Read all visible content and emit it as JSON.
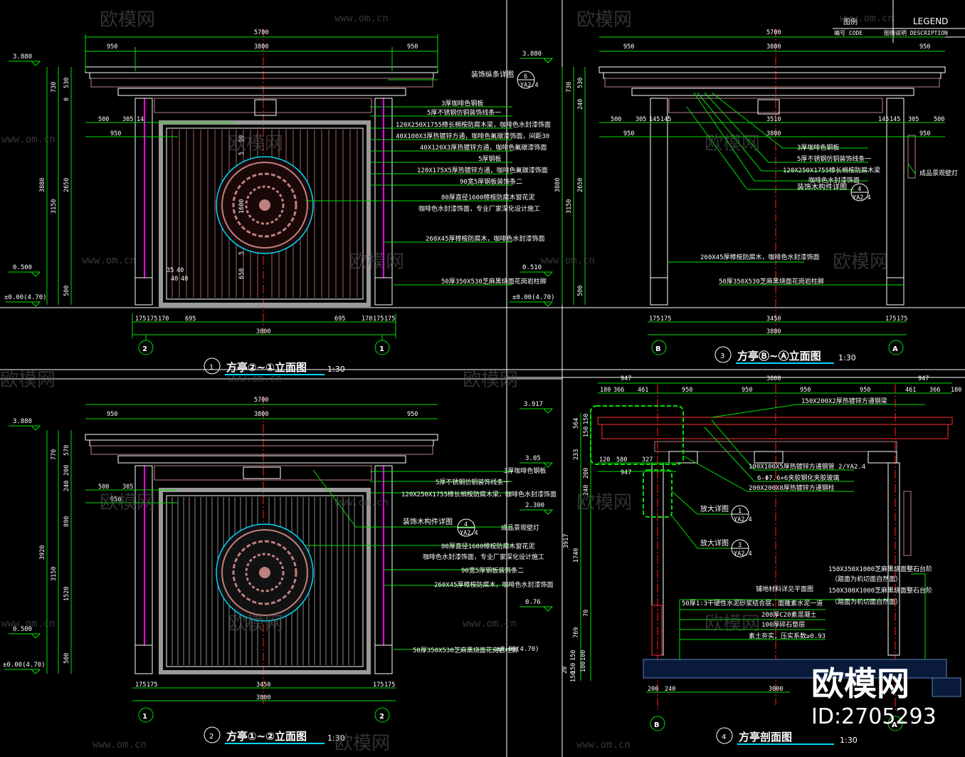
{
  "watermark": {
    "brand": "欧模网",
    "url": "www.om.cn",
    "url_alt": "www.om.cn",
    "big": "欧模网",
    "id": "ID:2705293"
  },
  "legend": {
    "cn": "图例",
    "en": "LEGEND",
    "code": "编号 CODE",
    "desc": "图例说明 DESCRIPTION"
  },
  "view1": {
    "num": "1",
    "title": "方亭②~①立面图",
    "scale": "1:30",
    "axis_left": "2",
    "axis_right": "1",
    "levels": [
      "3.880",
      "0.500",
      "±0.00(4.70)",
      "3.880",
      "0.510",
      "±0.00(4.70)"
    ],
    "dims_top": [
      "5700",
      "950",
      "3800",
      "950"
    ],
    "dims_row2": [
      "500",
      "305",
      "14",
      "950"
    ],
    "dims_left": [
      "730",
      "530",
      "0",
      "3880",
      "3150",
      "2650",
      "500"
    ],
    "dims_bottom": [
      "175",
      "175",
      "170",
      "695",
      "695",
      "170",
      "175",
      "175",
      "3800"
    ],
    "dims_inner": [
      "90",
      "5",
      "1600",
      "5",
      "650",
      "35",
      "40",
      "40",
      "40"
    ],
    "notes": [
      "装饰纵条详图",
      "3厚咖啡色钢板",
      "5厚不锈钢仿铜装饰线条一",
      "120X250X1755樟长梢桉防腐木梁，咖啡色水封漆饰面",
      "40X100X3厚热镀锌方通，咖啡色氟碳漆饰面，间距30",
      "40X120X3厚热镀锌方通，咖啡色氟碳漆饰面",
      "5厚钢板",
      "120X175X5厚热镀锌方通，咖啡色氟碳漆饰面",
      "90宽5厚钢板装饰条二",
      "80厚直径1600樟桉防腐木窗花泥",
      "咖啡色水封漆饰面，专业厂家深化设计施工",
      "260X45厚樟桉防腐木，咖啡色水封漆饰面",
      "50厚350X530芝麻黑烧面花岗岩柱脚"
    ],
    "callout": [
      "6",
      "YA2.4"
    ]
  },
  "view2": {
    "num": "2",
    "title": "方亭①~②立面图",
    "scale": "1:30",
    "axis_left": "1",
    "axis_right": "2",
    "levels": [
      "3.880",
      "0.500",
      "±0.00(4.70)",
      "3.917",
      "3.05",
      "2.300",
      "0.76",
      "±0.00(4.70)"
    ],
    "dims_top": [
      "5700",
      "950",
      "3800",
      "950"
    ],
    "dims_row2": [
      "500",
      "305",
      "950"
    ],
    "dims_left": [
      "770",
      "570",
      "200",
      "240",
      "890",
      "3920",
      "3150",
      "1520",
      "500"
    ],
    "dims_bottom": [
      "175",
      "175",
      "3450",
      "175",
      "175",
      "3800"
    ],
    "notes": [
      "3厚咖啡色钢板",
      "5厚不锈钢仿铜装饰线条一",
      "120X250X1755樟长梢桉防腐木梁，咖啡色水封漆饰面",
      "装饰木构件详图",
      "成品景观壁灯",
      "80厚直径1600樟桉防腐木窗花泥",
      "咖啡色水封漆饰面，专业厂家深化设计施工",
      "90宽5厚钢板装饰条二",
      "260X45厚樟桉防腐木，咖啡色水封漆饰面",
      "50厚350X530芝麻黑烧面花岗岩柱脚"
    ],
    "callout": [
      "4",
      "YA2.4"
    ]
  },
  "view3": {
    "num": "3",
    "title": "方亭Ⓑ~Ⓐ立面图",
    "scale": "1:30",
    "axis_left": "B",
    "axis_right": "A",
    "levels": [
      "3.880"
    ],
    "dims_top": [
      "5700",
      "950",
      "3800",
      "950"
    ],
    "dims_row2": [
      "500",
      "305",
      "145",
      "145",
      "3510",
      "145",
      "145",
      "305",
      "500"
    ],
    "dims_row3": [
      "950",
      "3800",
      "950"
    ],
    "dims_left": [
      "730",
      "530",
      "240",
      "3880",
      "3150",
      "2650",
      "500"
    ],
    "dims_bottom": [
      "175",
      "175",
      "3450",
      "175",
      "175",
      "3800"
    ],
    "notes": [
      "3厚咖啡色钢板",
      "5厚不锈钢仿铜装饰线条一",
      "120X250X1755樟长梢桉防腐木梁",
      "咖啡色水封漆饰面",
      "装饰木构件详图",
      "成品景观壁灯",
      "260X45厚樟桉防腐木，咖啡色水封漆饰面",
      "50厚350X530芝麻黑烧面花岗岩柱脚"
    ],
    "callout": [
      "4",
      "YA2.4"
    ]
  },
  "view4": {
    "num": "4",
    "title": "方亭剖面图",
    "scale": "1:30",
    "axis_left": "B",
    "axis_right": "A",
    "dims_top": [
      "947",
      "3800",
      "947",
      "180",
      "366",
      "461",
      "950",
      "950",
      "950",
      "950",
      "461",
      "366",
      "180"
    ],
    "dims_row2": [
      "120",
      "580",
      "327",
      "947"
    ],
    "dims_left": [
      "564",
      "150",
      "150",
      "233",
      "200",
      "240",
      "3917",
      "1740",
      "70",
      "769",
      "150",
      "100",
      "150",
      "20",
      "150",
      "100"
    ],
    "dims_bottom": [
      "200",
      "240",
      "3000"
    ],
    "notes": [
      "150X200X2厚热镀锌方通钢梁",
      "100X100X5厚热镀锌方通钢管 2/YA2.4",
      "6-Φ7.6+6夹胶钢化夹胶玻璃",
      "200X200X8厚热镀锌方通钢柱",
      "放大详图",
      "放大详图",
      "铺地材料详见平面图",
      "150X350X1000芝麻黑烧面整石台阶",
      "（踏面为机切面自然面）",
      "150X300X1000芝麻黑烧面整石台阶",
      "（踏面为机切面自然面）",
      "50厚1:3干硬性水泥砂浆结合层，面撒素水泥一道",
      "200厚C20素混凝土",
      "100厚碎石垫层",
      "素土夯实，压实系数≥0.93"
    ],
    "callouts": [
      [
        "1",
        "YA2.4"
      ],
      [
        "3",
        "YA2.4"
      ]
    ]
  }
}
